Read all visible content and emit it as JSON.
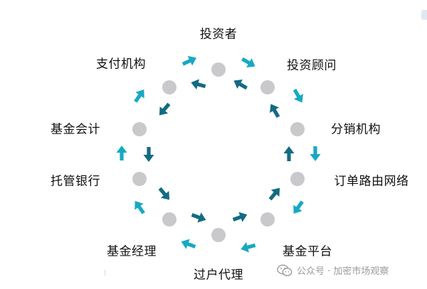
{
  "nodes": [
    {
      "id": "investor",
      "label": "投资者"
    },
    {
      "id": "advisor",
      "label": "投资顾问"
    },
    {
      "id": "distributor",
      "label": "分销机构"
    },
    {
      "id": "order_routing",
      "label": "订单路由网络"
    },
    {
      "id": "fund_platform",
      "label": "基金平台"
    },
    {
      "id": "transfer_agent",
      "label": "过户代理"
    },
    {
      "id": "fund_manager",
      "label": "基金经理"
    },
    {
      "id": "custodian",
      "label": "托管银行"
    },
    {
      "id": "fund_accounting",
      "label": "基金会计"
    },
    {
      "id": "payment_institution",
      "label": "支付机构"
    }
  ],
  "colors": {
    "node_dot": "#c9c9cc",
    "arrow_outer": "#17a9c2",
    "arrow_inner": "#136b82",
    "label_text": "#111111",
    "watermark": "#9a9a9a"
  },
  "watermark": {
    "icon": "wechat-icon",
    "text": "公众号 · 加密市场观察"
  }
}
